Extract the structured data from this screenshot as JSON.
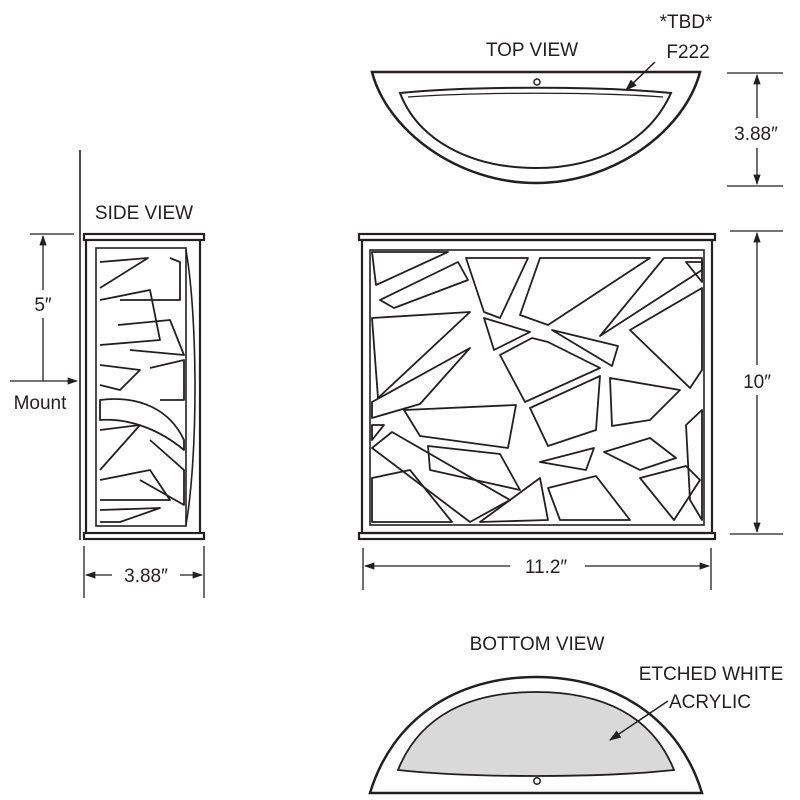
{
  "views": {
    "top": "TOP VIEW",
    "side": "SIDE VIEW",
    "bottom": "BOTTOM VIEW"
  },
  "callouts": {
    "tbd": "*TBD*",
    "part": "F222",
    "material_line1": "ETCHED WHITE",
    "material_line2": "ACRYLIC"
  },
  "dimensions": {
    "depth_top": "3.88″",
    "height_front": "10″",
    "width_front": "11.2″",
    "depth_side": "3.88″",
    "mount_offset": "5″",
    "mount_label": "Mount"
  },
  "colors": {
    "line": "#231f20",
    "acrylic_fill": "#d9d9d9"
  }
}
